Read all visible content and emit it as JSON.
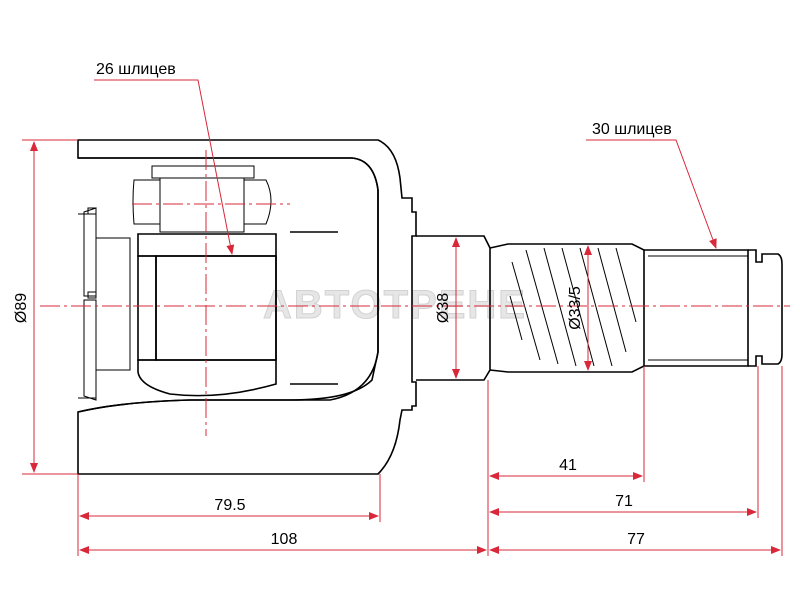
{
  "watermark": "ABTOTPEHE",
  "callouts": {
    "outer_splines": "26 шлицев",
    "shaft_splines": "30 шлицев"
  },
  "dimensions": {
    "housing_diameter": "Ø89",
    "neck_diameter": "Ø38",
    "spline_diameter": "Ø33/5",
    "len_41": "41",
    "len_71": "71",
    "len_77": "77",
    "len_79_5": "79.5",
    "len_108": "108"
  },
  "colors": {
    "dimension_lines": "#d8283a",
    "outline": "#000000",
    "background": "#ffffff"
  }
}
